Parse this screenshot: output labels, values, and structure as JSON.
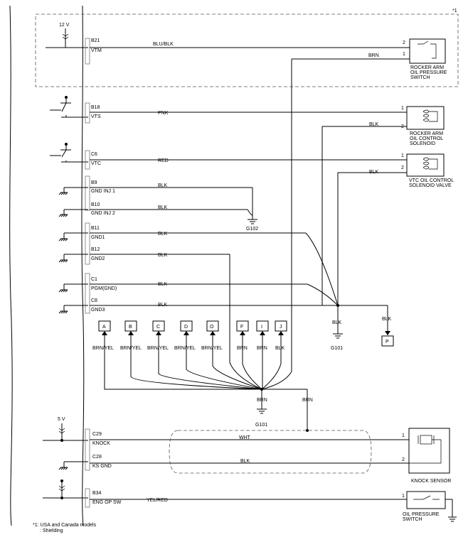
{
  "supply": {
    "v12": "12 V",
    "v5": "5 V"
  },
  "note": {
    "ref": "*1",
    "line1": "*1: USA and Canada models",
    "line2": ": Shielding"
  },
  "pins": {
    "b21": "B21",
    "vtm": "VTM",
    "b18": "B18",
    "vts": "VTS",
    "c6": "C6",
    "vtc": "VTC",
    "b9": "B9",
    "gnd_inj1": "GND INJ 1",
    "b10": "B10",
    "gnd_inj2": "GND INJ 2",
    "b11": "B11",
    "gnd1": "GND1",
    "b12": "B12",
    "gnd2": "GND2",
    "c1": "C1",
    "pgm_gnd": "PGM(GND)",
    "c8": "C8",
    "gnd3": "GND3",
    "c29": "C29",
    "knock": "KNOCK",
    "c28": "C28",
    "ks_gnd": "KS GND",
    "b34": "B34",
    "eng_op_sw": "ENG OP SW"
  },
  "wires": {
    "blu_blk": "BLU/BLK",
    "brn": "BRN",
    "pnk": "PNK",
    "blk": "BLK",
    "red": "RED",
    "wht": "WHT",
    "yel_red": "YEL/RED",
    "brn_yel": "BRN/YEL"
  },
  "connectors": {
    "a": "A",
    "b": "B",
    "c": "C",
    "d": "D",
    "o": "O",
    "f": "F",
    "i": "I",
    "j": "J",
    "p": "P"
  },
  "components": {
    "rocker_switch": [
      "ROCKER ARM",
      "OIL PRESSURE",
      "SWITCH"
    ],
    "rocker_solenoid": [
      "ROCKER ARM",
      "OIL CONTROL",
      "SOLENOID"
    ],
    "vtc_valve": [
      "VTC OIL CONTROL",
      "SOLENOID VALVE"
    ],
    "knock_sensor": "KNOCK SENSOR",
    "oil_switch": [
      "OIL PRESSURE",
      "SWITCH"
    ]
  },
  "grounds": {
    "g102": "G102",
    "g101": "G101"
  },
  "terminal_numbers": {
    "one": "1",
    "two": "2"
  }
}
